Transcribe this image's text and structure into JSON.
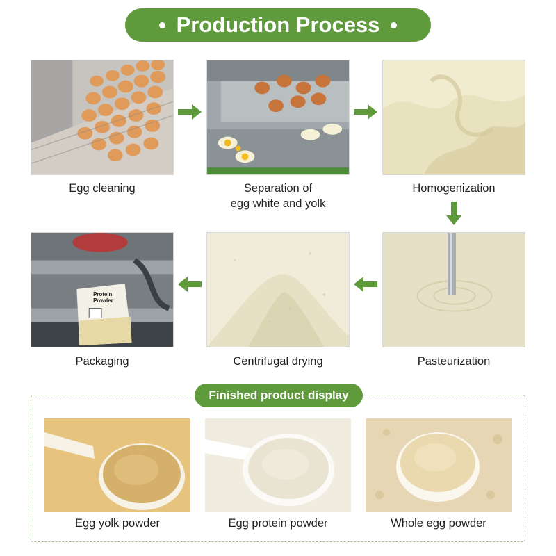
{
  "title": "Production Process",
  "colors": {
    "brand_green": "#5f9a3c",
    "arrow_green": "#5e9a3a"
  },
  "steps": [
    {
      "label": "Egg cleaning",
      "icon": "eggs-conveyor-photo"
    },
    {
      "label_line1": "Separation of",
      "label_line2": "egg white and yolk",
      "icon": "egg-separator-photo"
    },
    {
      "label": "Homogenization",
      "icon": "liquid-cream-photo"
    },
    {
      "label": "Pasteurization",
      "icon": "liquid-probe-photo"
    },
    {
      "label": "Centrifugal drying",
      "icon": "powder-pile-photo"
    },
    {
      "label": "Packaging",
      "icon": "packaging-machine-photo"
    }
  ],
  "package_print": {
    "line1": "Protein",
    "line2": "Powder"
  },
  "finished": {
    "heading": "Finished product display",
    "products": [
      {
        "label": "Egg yolk powder",
        "color": "#e4c37c"
      },
      {
        "label": "Egg protein powder",
        "color": "#f1ece0"
      },
      {
        "label": "Whole egg powder",
        "color": "#e6d6b4"
      }
    ]
  }
}
